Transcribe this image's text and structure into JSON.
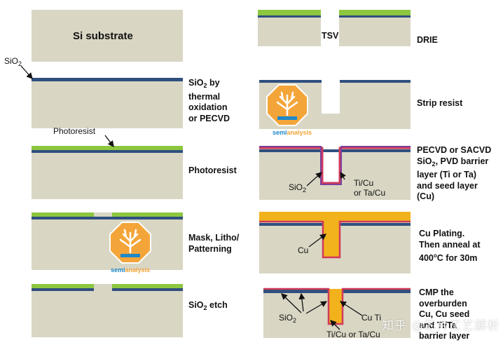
{
  "colors": {
    "substrate": "#d9d6c4",
    "sio2": "#2f4f7f",
    "photoresist": "#8dc63f",
    "barrier": "#d13a5a",
    "seed": "#7a3f9d",
    "copper": "#f2b21c",
    "logo_orange": "#f4a53a",
    "logo_blue": "#1e88c9"
  },
  "left_column": {
    "substrate_text": "Si substrate",
    "sio2_callout": {
      "main": "SiO",
      "sub": "2"
    },
    "photoresist_callout": "Photoresist",
    "steps": [
      {
        "id": "oxidation",
        "line1_main": "SiO",
        "line1_sub": "2",
        "line1_rest": " by",
        "rest": "thermal\noxidation\nor PECVD"
      },
      {
        "id": "photoresist",
        "text": "Photoresist"
      },
      {
        "id": "mask",
        "text": "Mask, Litho/\nPatterning"
      },
      {
        "id": "etch",
        "main": "SiO",
        "sub": "2",
        "rest": " etch"
      }
    ]
  },
  "right_column": {
    "tsv_label": "TSV",
    "steps": [
      {
        "id": "drie",
        "text": "DRIE"
      },
      {
        "id": "strip",
        "text": "Strip resist"
      },
      {
        "id": "liner",
        "part1": "PECVD or SACVD",
        "part2_main": "SiO",
        "part2_sub": "2",
        "part2_rest": ", PVD barrier",
        "rest": "layer (Ti or Ta)\nand seed layer\n(Cu)"
      },
      {
        "id": "plating",
        "part1": "Cu Plating.",
        "part2": "Then anneal at",
        "part3_main": "400",
        "part3_sup": "o",
        "part3_rest": "C for 30m"
      },
      {
        "id": "cmp",
        "text": "CMP the\noverburden\nCu, Cu seed\nand Ti/Ta\nbarrier layer"
      }
    ],
    "liner_callouts": {
      "sio2_main": "SiO",
      "sio2_sub": "2",
      "ticu": "Ti/Cu\nor Ta/Cu"
    },
    "plating_callout": "Cu",
    "cmp_callouts": {
      "sio2_main": "SiO",
      "sio2_sub": "2",
      "cuti": "Cu Ti",
      "ticu": "Ti/Cu  or Ta/Cu"
    }
  },
  "logo": {
    "text_a": "semi",
    "text_b": "analysis"
  },
  "watermark": "知乎 @芯片工艺解析"
}
